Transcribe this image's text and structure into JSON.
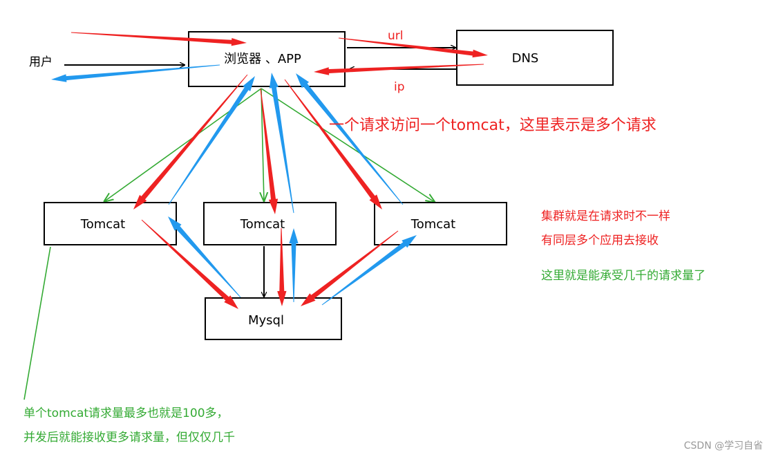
{
  "colors": {
    "red": "#ee2222",
    "blue": "#2299ee",
    "green": "#33aa33",
    "black": "#000000"
  },
  "nodes": {
    "user": "用户",
    "browser": "浏览器 、APP",
    "dns": "DNS",
    "tomcat_left": "Tomcat",
    "tomcat_middle": "Tomcat",
    "tomcat_right": "Tomcat",
    "mysql": "Mysql"
  },
  "edge_labels": {
    "url": "url",
    "ip": "ip"
  },
  "annotations": {
    "multi_request": "一个请求访问一个tomcat，这里表示是多个请求",
    "cluster_line1": "集群就是在请求时不一样",
    "cluster_line2": "有同层多个应用去接收",
    "capacity": "这里就是能承受几千的请求量了",
    "single_line1": "单个tomcat请求量最多也就是100多，",
    "single_line2": "并发后就能接收更多请求量，但仅仅几千"
  },
  "watermark": "CSDN @学习自省"
}
